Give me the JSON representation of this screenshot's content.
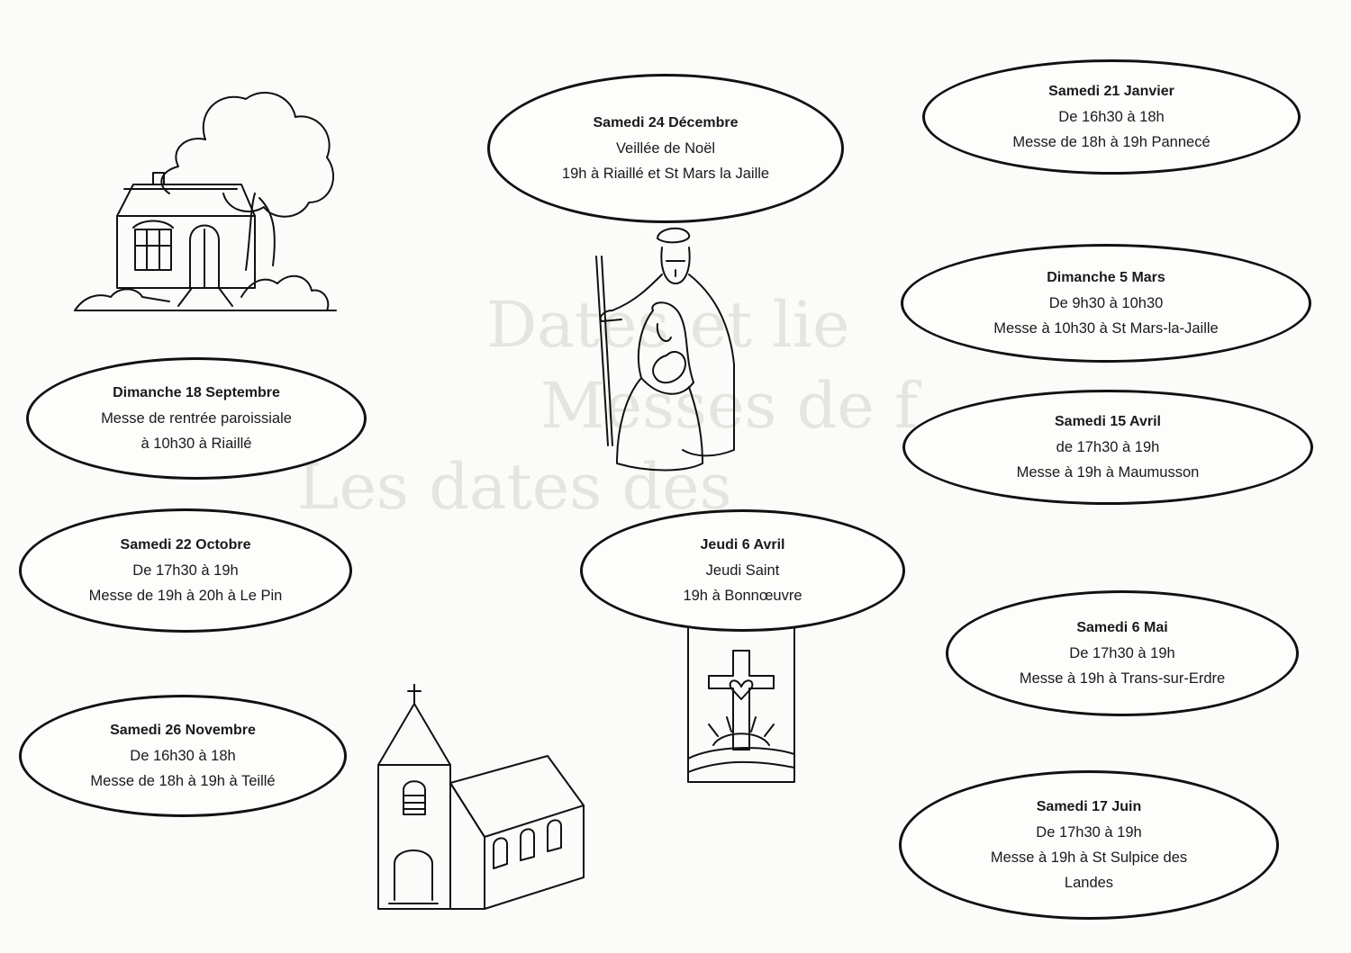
{
  "events": {
    "sep18": {
      "title": "Dimanche 18 Septembre",
      "line1": "Messe de rentrée paroissiale",
      "line2": "à 10h30 à Riaillé"
    },
    "oct22": {
      "title": "Samedi 22 Octobre",
      "line1": "De 17h30 à 19h",
      "line2": "Messe de 19h à 20h à Le Pin"
    },
    "nov26": {
      "title": "Samedi 26 Novembre",
      "line1": "De 16h30 à 18h",
      "line2": "Messe de 18h à 19h à Teillé"
    },
    "dec24": {
      "title": "Samedi 24 Décembre",
      "line1": "Veillée de Noël",
      "line2": "19h à Riaillé et St Mars la Jaille"
    },
    "apr6": {
      "title": "Jeudi 6 Avril",
      "line1": "Jeudi Saint",
      "line2": "19h à Bonnœuvre"
    },
    "jan21": {
      "title": "Samedi 21 Janvier",
      "line1": "De 16h30 à 18h",
      "line2": "Messe de 18h à 19h Pannecé"
    },
    "mar5": {
      "title": "Dimanche 5 Mars",
      "line1": "De 9h30 à 10h30",
      "line2": "Messe à 10h30 à St Mars-la-Jaille"
    },
    "apr15": {
      "title": "Samedi 15 Avril",
      "line1": "de 17h30 à 19h",
      "line2": "Messe à 19h à Maumusson"
    },
    "may6": {
      "title": "Samedi 6 Mai",
      "line1": "De 17h30 à 19h",
      "line2": "Messe à 19h à Trans-sur-Erdre"
    },
    "jun17": {
      "title": "Samedi 17 Juin",
      "line1": "De 17h30 à 19h",
      "line2": "Messe à 19h à St Sulpice des",
      "line3": "Landes"
    }
  },
  "illustrations": {
    "house": "house-icon",
    "holy_family": "holy-family-icon",
    "cross": "cross-icon",
    "church": "church-icon"
  }
}
